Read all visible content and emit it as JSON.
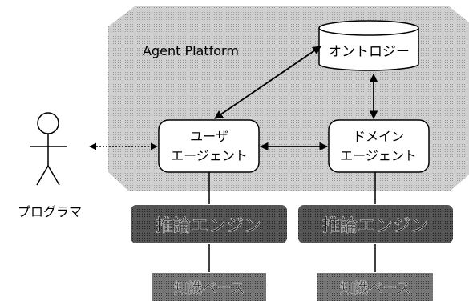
{
  "platform": {
    "label": "Agent Platform"
  },
  "ontology": {
    "label": "オントロジー"
  },
  "user_agent": {
    "line1": "ユーザ",
    "line2": "エージェント"
  },
  "domain_agent": {
    "line1": "ドメイン",
    "line2": "エージェント"
  },
  "inference_engines": [
    {
      "label": "推論エンジン"
    },
    {
      "label": "推論エンジン"
    }
  ],
  "knowledge_bases": [
    {
      "label": "知識ベース"
    },
    {
      "label": "知識ベース"
    }
  ],
  "programmer": {
    "label": "プログラマ"
  },
  "colors": {
    "platform_fill": "#c8c8c8",
    "engine_fill": "#4a4a4a",
    "kb_fill": "#6a6a6a",
    "agent_fill": "#ffffff",
    "line": "#000000"
  }
}
